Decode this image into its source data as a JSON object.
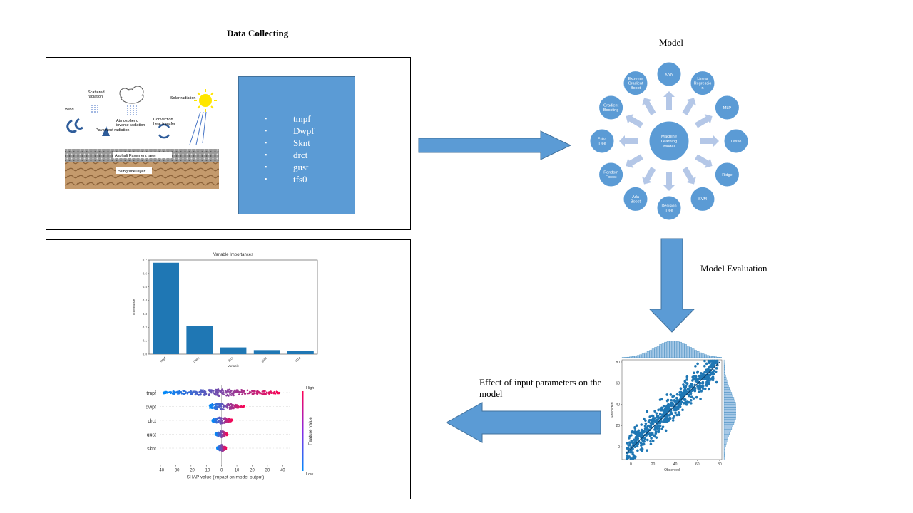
{
  "titles": {
    "data_collecting": "Data  Collecting",
    "model": "Model",
    "model_evaluation": "Model Evaluation",
    "effect": "Effect  of input parameters on the model"
  },
  "pavement": {
    "scattered": "Scattered radiation",
    "wind": "Wind",
    "atmospheric": "Atmospheric inverse radiation",
    "pavement_radiation": "Pavement radiation",
    "convection": "Convection heat transfer",
    "solar": "Solar radiation",
    "asphalt": "Asphalt Pavement layer",
    "subgrade": "Subgrade layer"
  },
  "variables": [
    "tmpf",
    "Dwpf",
    "Sknt",
    "drct",
    "gust",
    "tfs0"
  ],
  "model_wheel": {
    "center": "Machine Learning Model",
    "nodes": [
      "KNN",
      "Linear Regression",
      "MLP",
      "Lasso",
      "Ridge",
      "SVM",
      "Decision Tree",
      "Ada Boost",
      "Random Forest",
      "Extra Tree",
      "Gradient Boosting",
      "Extreme Gradient Boost"
    ]
  },
  "colors": {
    "box_blue": "#5b9bd5",
    "plot_blue": "#1f77b4",
    "arrow_light": "#b4c7e7"
  },
  "chart_data": [
    {
      "type": "bar",
      "title": "Variable Importances",
      "xlabel": "Variable",
      "ylabel": "Importance",
      "categories": [
        "tmpf",
        "dwpf",
        "drct",
        "gust",
        "sknt"
      ],
      "values": [
        0.68,
        0.21,
        0.05,
        0.03,
        0.025
      ],
      "ylim": [
        0,
        0.7
      ],
      "yticks": [
        "0.0",
        "0.1",
        "0.2",
        "0.3",
        "0.4",
        "0.5",
        "0.6",
        "0.7"
      ]
    },
    {
      "type": "scatter",
      "subtype": "shap-beeswarm",
      "xlabel": "SHAP value (impact on model output)",
      "features": [
        "tmpf",
        "dwpf",
        "drct",
        "gust",
        "sknt"
      ],
      "spread": [
        [
          -38,
          40
        ],
        [
          -8,
          15
        ],
        [
          -6,
          7
        ],
        [
          -4,
          4
        ],
        [
          -3,
          3
        ]
      ],
      "xlim": [
        -40,
        45
      ],
      "xticks": [
        "−40",
        "−30",
        "−20",
        "−10",
        "0",
        "10",
        "20",
        "30",
        "40"
      ],
      "colorbar": {
        "label": "Feature value",
        "high": "High",
        "low": "Low"
      }
    },
    {
      "type": "scatter",
      "subtype": "joint-plot",
      "xlabel": "Observed",
      "ylabel": "Predicted",
      "xlim": [
        -8,
        82
      ],
      "ylim": [
        -12,
        82
      ],
      "xticks": [
        "0",
        "20",
        "40",
        "60",
        "80"
      ],
      "yticks": [
        "0",
        "20",
        "40",
        "60",
        "80"
      ],
      "points": [
        [
          2,
          4
        ],
        [
          5,
          3
        ],
        [
          8,
          10
        ],
        [
          12,
          14
        ],
        [
          15,
          12
        ],
        [
          18,
          20
        ],
        [
          20,
          22
        ],
        [
          22,
          18
        ],
        [
          25,
          27
        ],
        [
          27,
          24
        ],
        [
          30,
          31
        ],
        [
          32,
          28
        ],
        [
          34,
          36
        ],
        [
          36,
          33
        ],
        [
          38,
          40
        ],
        [
          40,
          38
        ],
        [
          42,
          44
        ],
        [
          44,
          41
        ],
        [
          46,
          48
        ],
        [
          48,
          45
        ],
        [
          50,
          52
        ],
        [
          52,
          49
        ],
        [
          55,
          57
        ],
        [
          58,
          55
        ],
        [
          60,
          62
        ],
        [
          62,
          60
        ],
        [
          65,
          66
        ],
        [
          68,
          64
        ],
        [
          70,
          72
        ],
        [
          72,
          70
        ],
        [
          75,
          76
        ],
        [
          78,
          77
        ],
        [
          -2,
          -5
        ],
        [
          0,
          -3
        ],
        [
          28,
          35
        ],
        [
          35,
          26
        ],
        [
          45,
          55
        ],
        [
          50,
          40
        ],
        [
          60,
          70
        ],
        [
          65,
          55
        ]
      ]
    }
  ]
}
